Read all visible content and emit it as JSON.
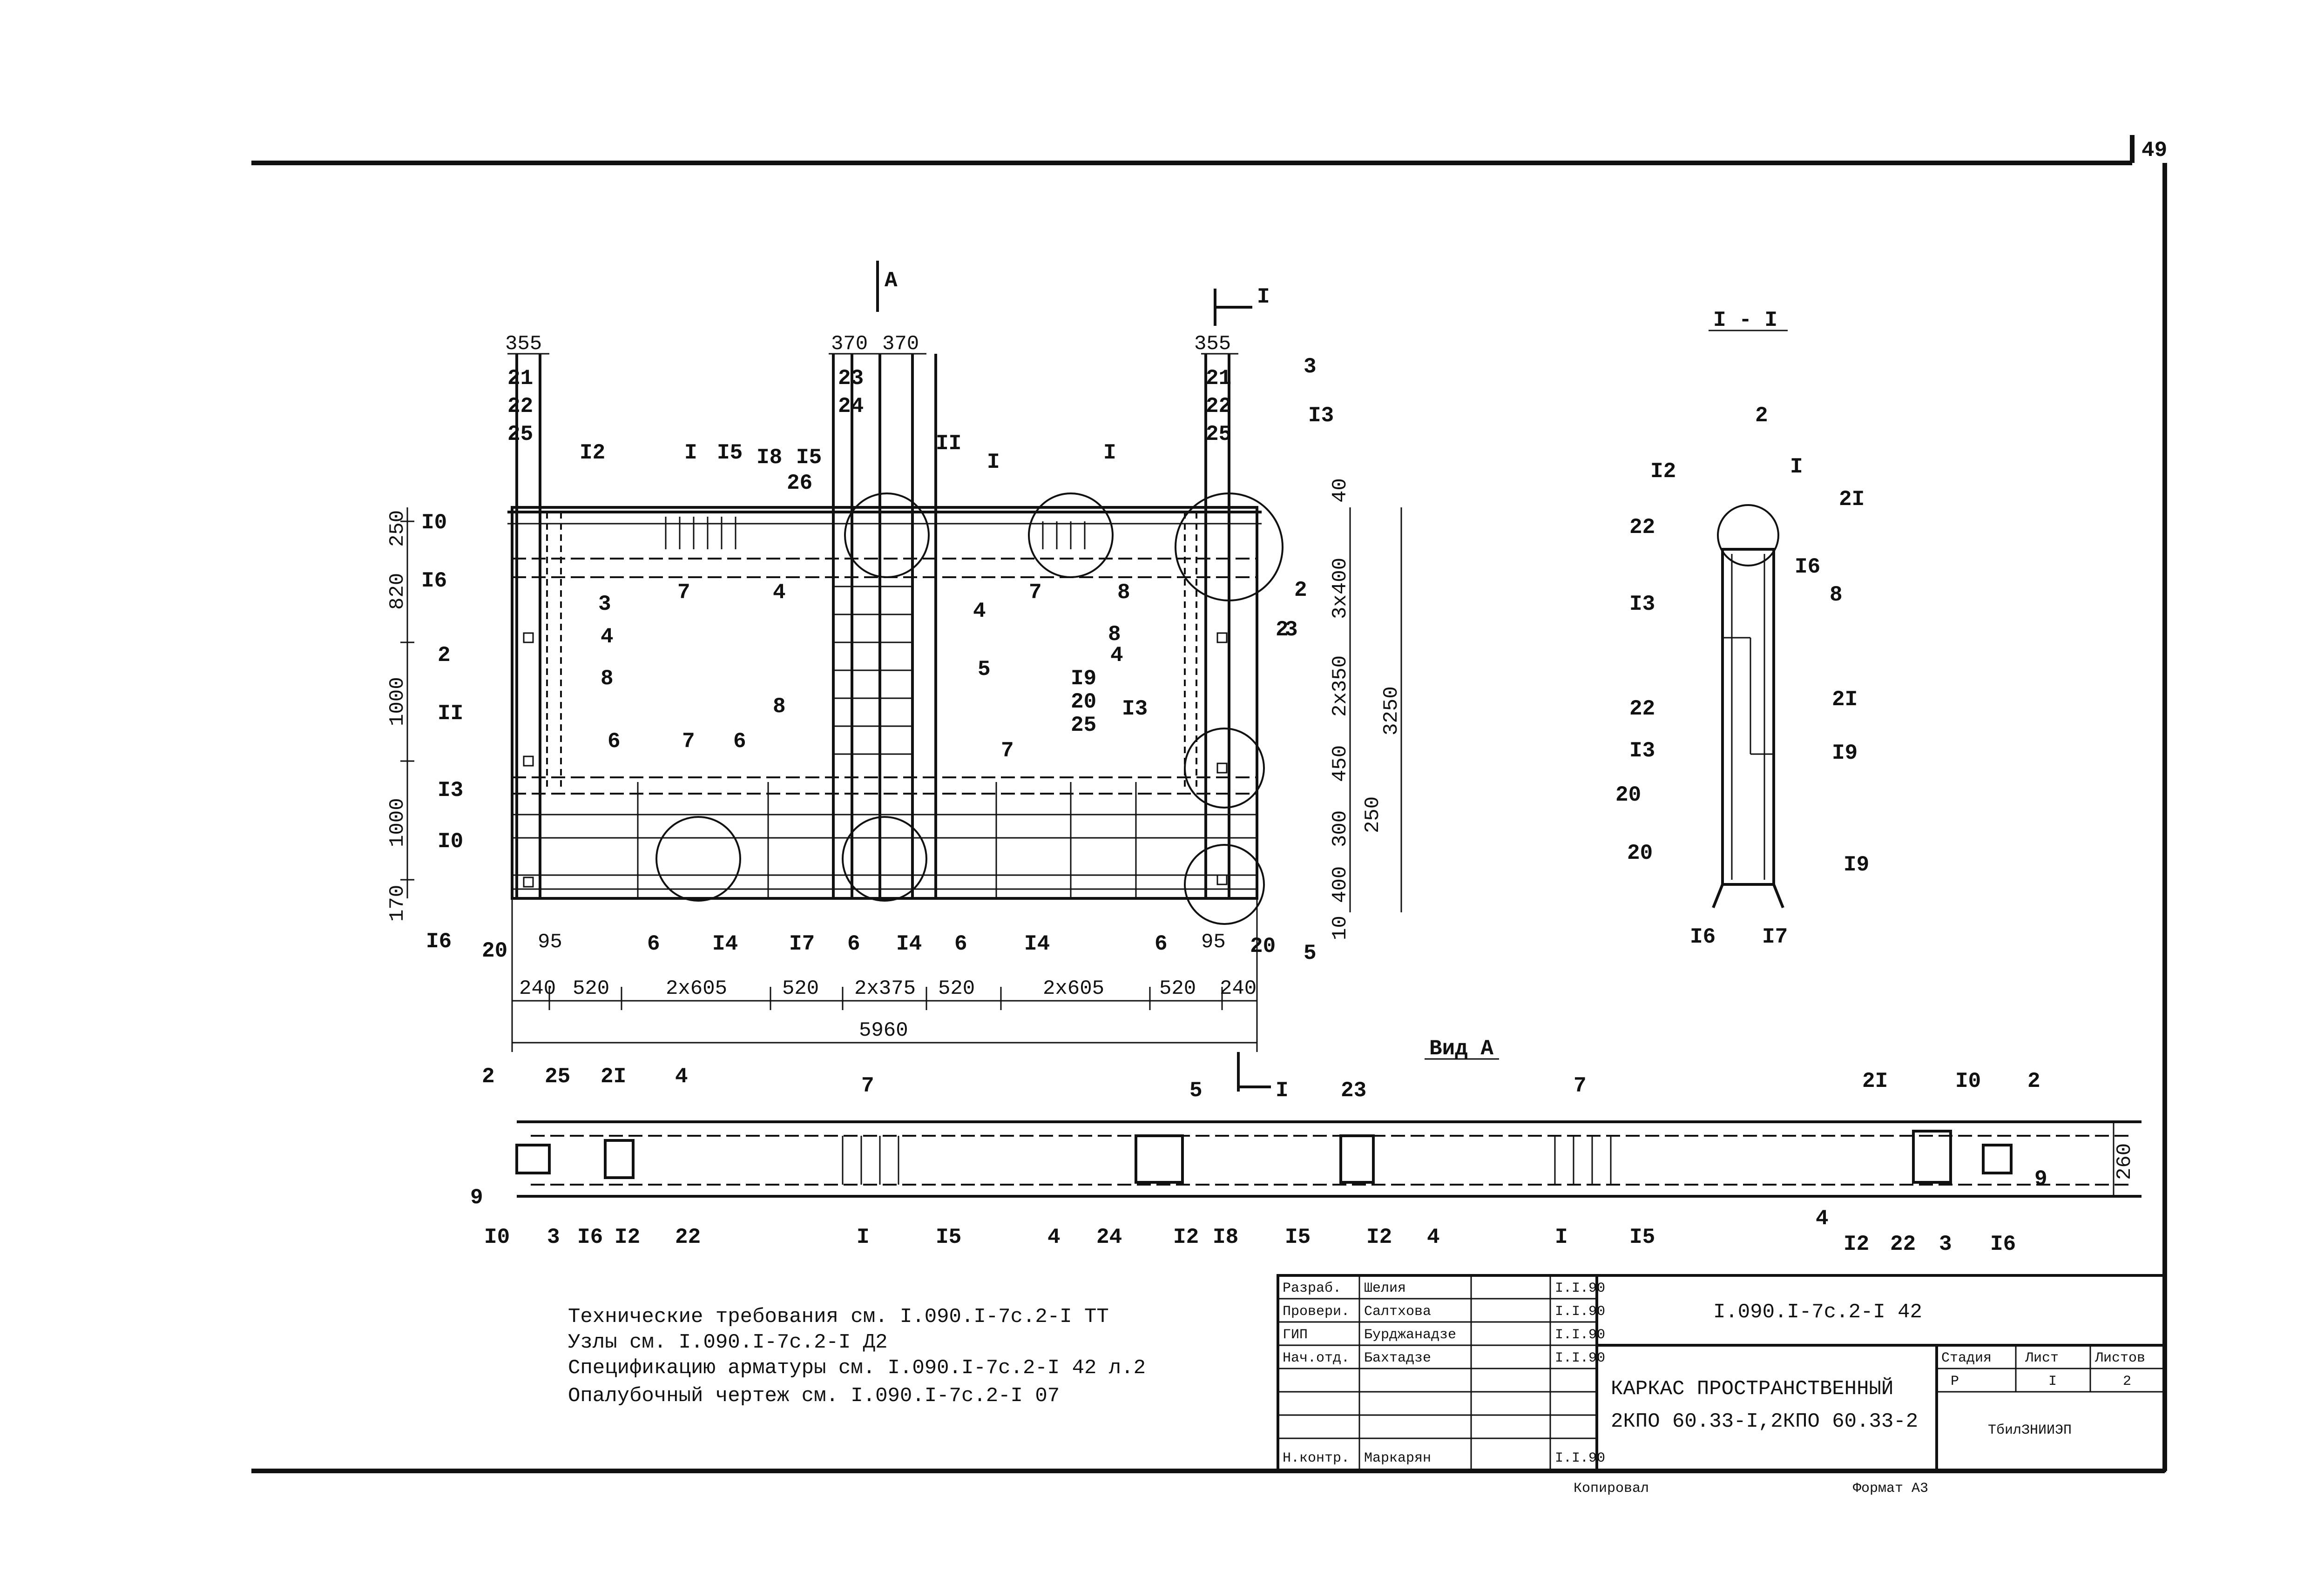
{
  "sheet": {
    "page_number": "49",
    "section_label": "I - I",
    "view_label": "Вид А",
    "cut_marker": "I",
    "view_marker": "А"
  },
  "notes": [
    "Технические требования см. I.090.I-7c.2-I ТТ",
    "Узлы см. I.090.I-7c.2-I Д2",
    "Спецификацию арматуры см. I.090.I-7c.2-I 42 л.2",
    "Опалубочный чертеж см. I.090.I-7c.2-I 07"
  ],
  "title_block": {
    "doc_code": "I.090.I-7c.2-I 42",
    "title_line1": "КАРКАС ПРОСТРАНСТВЕННЫЙ",
    "title_line2": "2КПО 60.33-I,2КПО 60.33-2",
    "stage_header": "Стадия",
    "sheet_header": "Лист",
    "sheets_header": "Листов",
    "stage": "Р",
    "sheet": "I",
    "sheets": "2",
    "org": "ТбилЗНИИЭП",
    "roles": [
      {
        "role": "Разраб.",
        "name": "Шелия",
        "date": "I.I.90"
      },
      {
        "role": "Провери.",
        "name": "Салтхова",
        "date": "I.I.90"
      },
      {
        "role": "ГИП",
        "name": "Бурджанадзе",
        "date": "I.I.90"
      },
      {
        "role": "Нач.отд.",
        "name": "Бахтадзе",
        "date": "I.I.90"
      },
      {
        "role": "Н.контр.",
        "name": "Маркарян",
        "date": "I.I.90"
      }
    ],
    "copied": "Копировал",
    "format": "Формат А3"
  },
  "dimensions": {
    "top": [
      "355",
      "370",
      "370",
      "355"
    ],
    "left": [
      "250",
      "820",
      "1000",
      "1000",
      "170"
    ],
    "right": [
      "40",
      "3x400",
      "2x350",
      "450",
      "250",
      "300",
      "400",
      "10",
      "3250"
    ],
    "bottom": [
      "240",
      "520",
      "2x605",
      "520",
      "2x375",
      "520",
      "2x605",
      "520",
      "240"
    ],
    "total": "5960",
    "small": [
      "95",
      "95"
    ],
    "view_height": "260"
  },
  "labels": {
    "main": [
      "21",
      "22",
      "25",
      "23",
      "24",
      "21",
      "22",
      "25",
      "I2",
      "I",
      "I5",
      "I8",
      "I5",
      "26",
      "II",
      "I",
      "I",
      "3",
      "I3",
      "I0",
      "I6",
      "7",
      "7",
      "2",
      "3",
      "4",
      "8",
      "4",
      "4",
      "8",
      "2",
      "3",
      "2",
      "8",
      "5",
      "I9",
      "20",
      "25",
      "I3",
      "4",
      "II",
      "I3",
      "6",
      "7",
      "6",
      "8",
      "7",
      "I0",
      "I6",
      "20",
      "6",
      "I4",
      "I7",
      "6",
      "I4",
      "6",
      "I4",
      "6",
      "20",
      "5"
    ],
    "section": [
      "2",
      "I2",
      "I",
      "2I",
      "22",
      "I6",
      "8",
      "I3",
      "2I",
      "22",
      "I9",
      "I3",
      "20",
      "20",
      "I9",
      "I6",
      "I7"
    ],
    "view": [
      "2",
      "25",
      "2I",
      "4",
      "7",
      "5",
      "23",
      "7",
      "2I",
      "I0",
      "2",
      "9",
      "I0",
      "3",
      "I6",
      "I2",
      "22",
      "I",
      "I5",
      "4",
      "24",
      "I2",
      "I8",
      "I5",
      "I2",
      "4",
      "I",
      "I5",
      "4",
      "I2",
      "22",
      "3",
      "I6",
      "9"
    ]
  }
}
